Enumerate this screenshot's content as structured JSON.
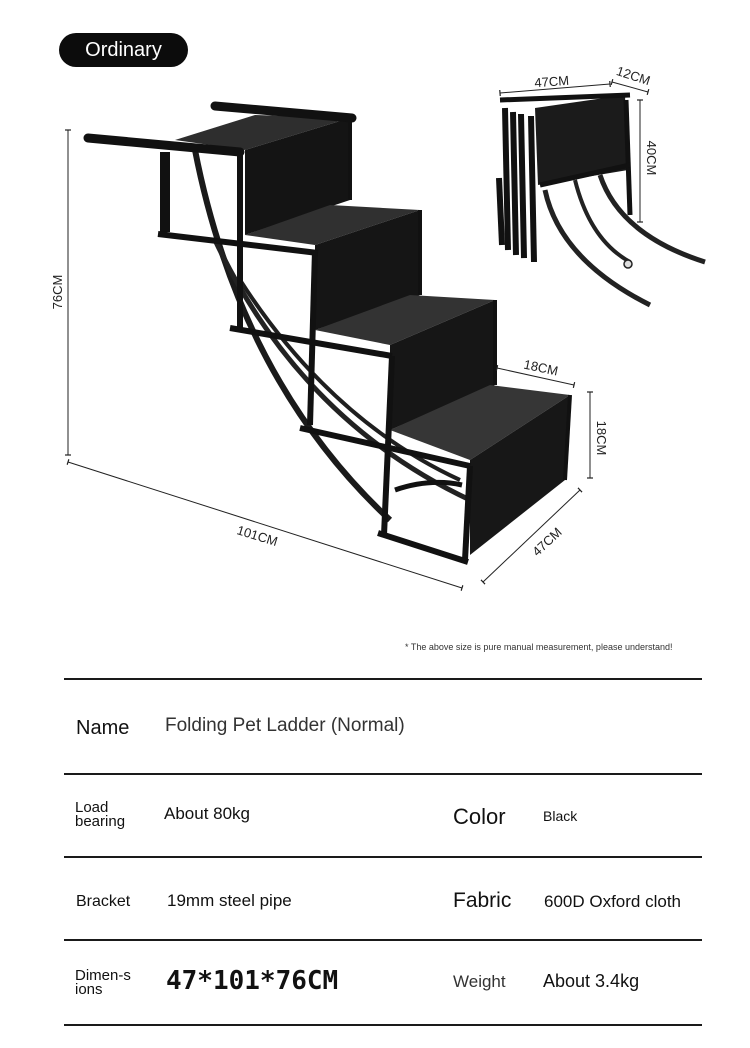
{
  "badge": "Ordinary",
  "dimensions_labels": {
    "height": "76CM",
    "length": "101CM",
    "width": "47CM",
    "step_depth": "18CM",
    "step_height": "18CM",
    "folded_width": "47CM",
    "folded_depth": "12CM",
    "folded_height": "40CM"
  },
  "note": "* The above size is pure manual measurement, please understand!",
  "specs": {
    "name_label": "Name",
    "name_value": "Folding Pet Ladder (Normal)",
    "load_label": "Load bearing",
    "load_value": "About 80kg",
    "color_label": "Color",
    "color_value": "Black",
    "bracket_label": "Bracket",
    "bracket_value": "19mm steel pipe",
    "fabric_label": "Fabric",
    "fabric_value": "600D Oxford cloth",
    "dims_label": "Dimen-sions",
    "dims_value": "47*101*76CM",
    "weight_label": "Weight",
    "weight_value": "About 3.4kg"
  }
}
